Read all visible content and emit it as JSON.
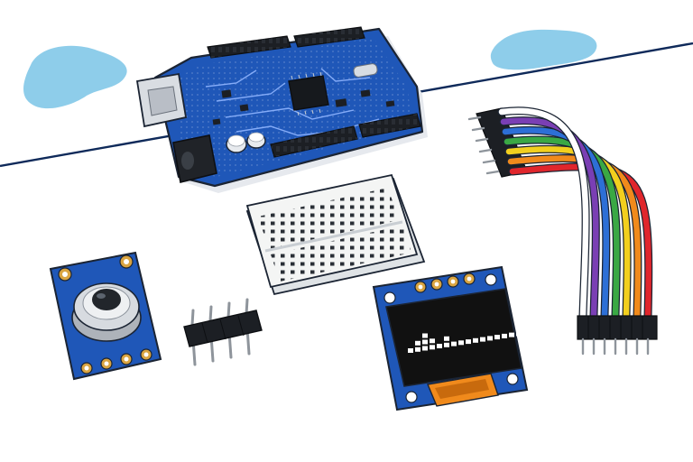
{
  "scene": {
    "kind": "illustration",
    "components": [
      {
        "id": "microcontroller-board",
        "icon": "arduino-uno-board"
      },
      {
        "id": "mini-breadboard",
        "icon": "breadboard"
      },
      {
        "id": "temperature-sensor-module",
        "icon": "ir-thermometer-sensor"
      },
      {
        "id": "pin-header",
        "icon": "male-pin-header-4"
      },
      {
        "id": "oled-display-module",
        "icon": "oled-display"
      },
      {
        "id": "jumper-wire-ribbon",
        "icon": "rainbow-ribbon-cable"
      }
    ],
    "oled_bar_heights": [
      1,
      2,
      3,
      2,
      1,
      2,
      1,
      1,
      1,
      1,
      1,
      1,
      1,
      1,
      1,
      1
    ],
    "ribbon_wire_colors": [
      "#e0262c",
      "#f08a1c",
      "#f2cf1e",
      "#3aa844",
      "#2d6fd6",
      "#7a3fb4",
      "#ffffff"
    ]
  },
  "palette": {
    "board_blue": "#1f57b8",
    "outline": "#1b2433",
    "sky": "#8ecdea",
    "horizon": "#0f2a5a",
    "breadboard": "#f4f5f4",
    "oled_screen": "#111111",
    "flex_orange": "#f08a1c",
    "metal": "#c8ccd1"
  }
}
